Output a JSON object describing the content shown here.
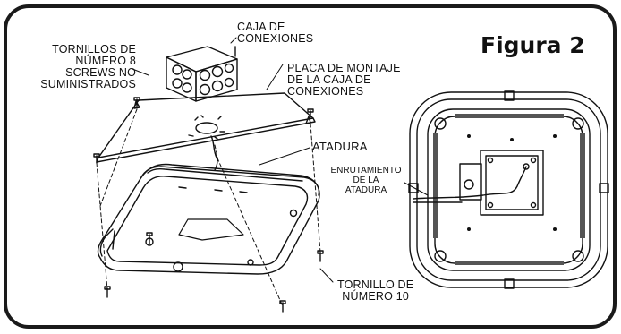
{
  "figure": {
    "title": "Figura 2",
    "labels": {
      "junction_box": "CAJA DE\nCONEXIONES",
      "screws_8": "TORNILLOS DE\nNÚMERO 8\nSCREWS NO\nSUMINISTRADOS",
      "mounting_plate": "PLACA DE MONTAJE\nDE LA CAJA DE\nCONEXIONES",
      "tether": "ATADURA",
      "screw_10": "TORNILLO DE\nNÚMERO 10",
      "tether_routing": "ENRUTAMIENTO\nDE LA\nATADURA"
    }
  },
  "colors": {
    "line": "#111111",
    "frame": "#1a1a1a",
    "background": "#ffffff"
  }
}
